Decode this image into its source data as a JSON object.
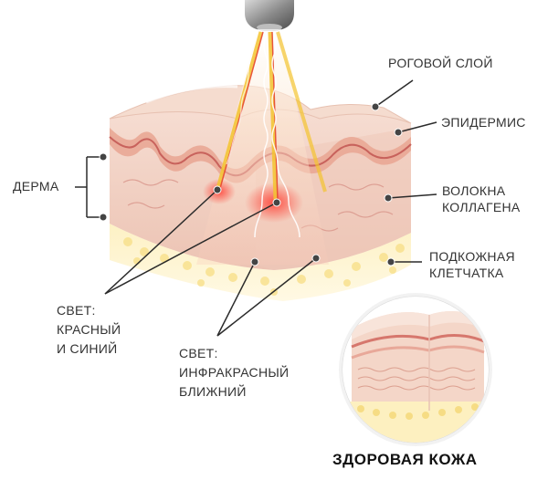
{
  "labels": {
    "stratum_corneum": "РОГОВОЙ СЛОЙ",
    "epidermis": "ЭПИДЕРМИС",
    "dermis": "ДЕРМА",
    "collagen_fibers": [
      "ВОЛОКНА",
      "КОЛЛАГЕНА"
    ],
    "subcutaneous": [
      "ПОДКОЖНАЯ",
      "КЛЕТЧАТКА"
    ],
    "light_red_blue": [
      "СВЕТ:",
      "КРАСНЫЙ",
      "И СИНИЙ"
    ],
    "light_near_ir": [
      "СВЕТ:",
      "ИНФРАКРАСНЫЙ",
      "БЛИЖНИЙ"
    ]
  },
  "caption": "ЗДОРОВАЯ КОЖА",
  "colors": {
    "callout_line": "#2b2b2b",
    "dot": "#444444",
    "skin_surface": "#f3d4c8",
    "epidermis_band": "#e7a28f",
    "dermis_fill": "#f4d9cc",
    "wavy_line": "#c45a55",
    "fat_layer": "#fbeaa8",
    "beam_yellow": "#f4c430",
    "beam_red": "#e53935",
    "device": "#8f8f8f"
  },
  "icons": {
    "device": "light-device-icon"
  }
}
